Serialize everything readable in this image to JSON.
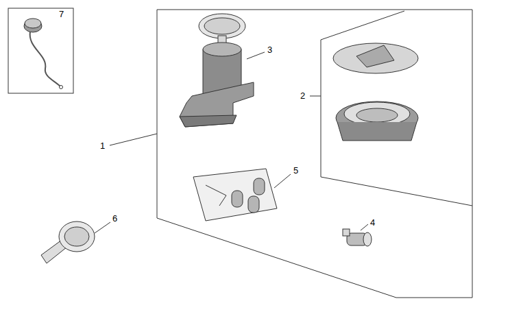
{
  "diagram": {
    "labels": [
      "7",
      "3",
      "2",
      "1",
      "5",
      "6",
      "4"
    ]
  }
}
